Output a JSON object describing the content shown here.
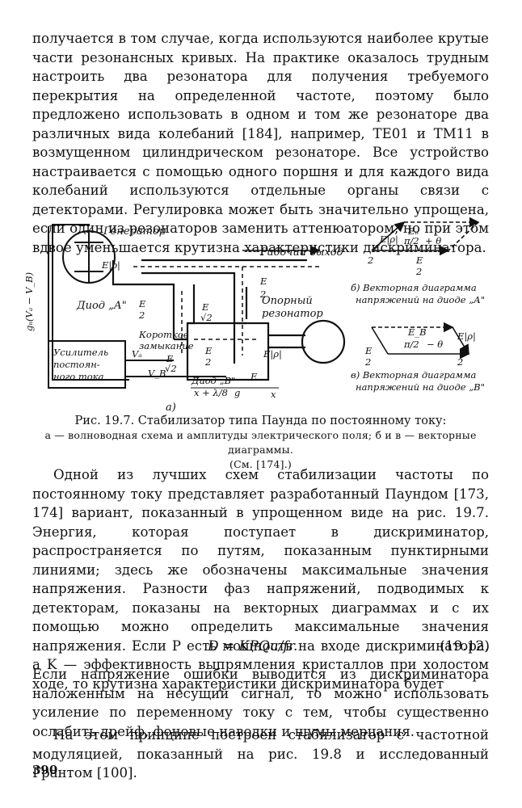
{
  "page": {
    "para1": "получается в том случае, когда используются наиболее крутые части резонансных кривых. На практике оказалось трудным настроить два резонатора для получения требуемого перекрытия на определенной частоте, поэтому было предложено использовать в одном и том же резонаторе два различных вида колебаний [184], например, TE01 и TM11 в возмущенном цилиндрическом резонаторе. Все устройство настраивается с помощью одного поршня и для каждого вида колебаний используются отдельные органы связи с детекторами. Регулировка может быть значительно упрощена, если один из резонаторов заменить аттенюатором, но при этом вдвое уменьшается крутизна характеристики дискриминатора.",
    "para3": "Одной из лучших схем стабилизации частоты по постоянному току представляет разработанный Паундом [173, 174] вариант, показанный в упрощенном виде на рис. 19.7. Энергия, которая поступает в дискриминатор, распространяется по путям, показанным пунктирными линиями; здесь же обозначены максимальные значения напряжения. Разности фаз напряжений, подводимых к детекторам, показаны на векторных диаграммах и с их помощью можно определить максимальные значения напряжения. Если P есть мощность на входе дискриминатора, а K — эффективность выпрямления кристаллов при холостом ходе, то крутизна характеристики дискриминатора будет",
    "equation": "D = KPQu/fr.",
    "equation_number": "(19.12)",
    "para5": "Если напряжение ошибки выводится из дискриминатора наложенным на несущий сигнал, то можно использовать усиление по переменному току с тем, чтобы существенно ослабить дрейф, фоновые наводки и шумы мерцания.",
    "para6": "На этом принципе построен стабилизатор с частотной модуляцией, показанный на рис. 19.8 и исследованный Грантом [100].",
    "page_number": "390"
  },
  "figure": {
    "caption_main": "Рис. 19.7. Стабилизатор типа Паунда по постоянному току:",
    "caption_sub1": "а — волноводная схема и амплитуды электрического поля; б и в — векторные диаграммы.",
    "caption_sub2": "(См. [174].)",
    "labels": {
      "generator": "Генератор",
      "work_output": "Рабочий выход",
      "diode_a": "Диод „А\"",
      "reference_resonator_1": "Опорный",
      "reference_resonator_2": "резонатор",
      "short_1": "Короткое",
      "short_2": "замыкание",
      "amplifier_1": "Усилитель",
      "amplifier_2": "постоян-",
      "amplifier_3": "ного тока",
      "diode_b": "Диод „В\"",
      "g_label": "gₙ(Vₐ − V_B)",
      "va": "Vₐ",
      "vb": "V_B",
      "e_half": "E",
      "two": "2",
      "e_rho": "E|ρ|",
      "sqrt2": "√2",
      "lambda_expr": "x + λ/8",
      "g": "g",
      "x": "x",
      "a_label": "а)",
      "en": "Eₙ",
      "eb": "E_B",
      "pi_half": "π/2",
      "plus_theta": "+ θ",
      "minus_theta": "− θ",
      "diagram_b_1": "б) Векторная диаграмма",
      "diagram_b_2": "напряжений на диоде „А\"",
      "diagram_c_1": "в) Векторная диаграмма",
      "diagram_c_2": "напряжений на диоде „В\""
    }
  }
}
